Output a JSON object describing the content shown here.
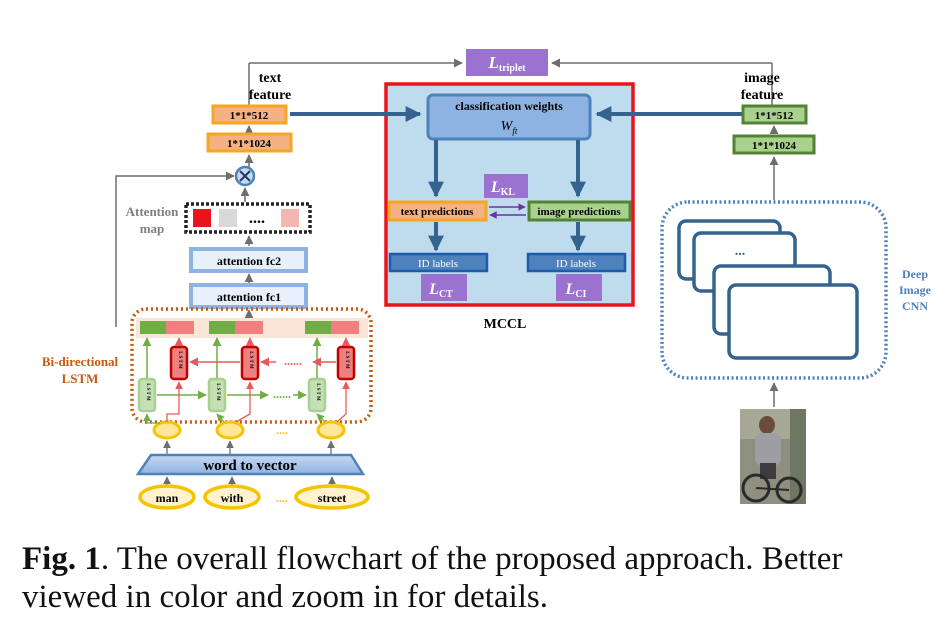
{
  "diagram": {
    "triplet": {
      "symbol": "L",
      "sub": "triplet"
    },
    "text_feature": {
      "line1": "text",
      "line2": "feature",
      "dim512": "1*1*512",
      "dim1024": "1*1*1024"
    },
    "image_feature": {
      "line1": "image",
      "line2": "feature",
      "dim512": "1*1*512",
      "dim1024": "1*1*1024"
    },
    "attention_map": {
      "line1": "Attention",
      "line2": "map",
      "dots": "...."
    },
    "attention_fc2": "attention fc2",
    "attention_fc1": "attention fc1",
    "bilstm": {
      "line1": "Bi-directional",
      "line2": "LSTM",
      "cell_text": "L S T M",
      "dots": "......"
    },
    "word_to_vector": "word to vector",
    "words": [
      "man",
      "with",
      "....",
      "street"
    ],
    "mccl": {
      "title": "MCCL",
      "classification_weights": "classification weights",
      "weights_symbol": "W",
      "weights_sub": "ft",
      "kl": {
        "symbol": "L",
        "sub": "KL"
      },
      "text_predictions": "text predictions",
      "image_predictions": "image predictions",
      "id_labels_left": "ID labels",
      "id_labels_right": "ID labels",
      "lct": {
        "symbol": "L",
        "sub": "CT"
      },
      "lci": {
        "symbol": "L",
        "sub": "CI"
      }
    },
    "deep_cnn": {
      "line1": "Deep",
      "line2": "Image",
      "line3": "CNN",
      "dots": "..."
    }
  },
  "caption": {
    "label": "Fig. 1",
    "text": ". The overall flowchart of the proposed approach. Better viewed in color and zoom in for details."
  },
  "colors": {
    "mccl_border": "#e8141b",
    "mccl_fill": "#bfdcef",
    "blue_box": "#8db3e2",
    "blue_border": "#4f81bd",
    "purple": "#9b72cf",
    "orange_fill": "#f4b183",
    "orange_border": "#f5a623",
    "green_fill": "#a9d18e",
    "green_border": "#548235",
    "brown_dotted": "#c55a11"
  }
}
